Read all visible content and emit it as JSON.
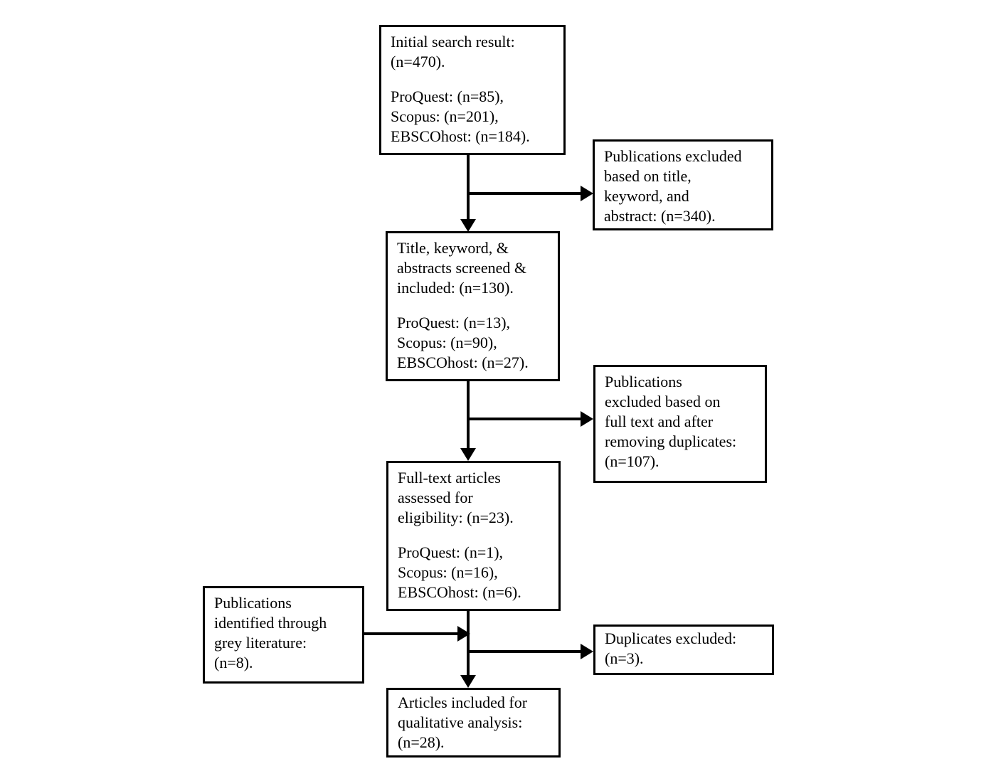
{
  "figure": {
    "background_color": "#ffffff",
    "border_color": "#000000",
    "text_color": "#000000",
    "boxes": {
      "initial_search": {
        "p1": "Initial search result:\n(n=470).",
        "p2": "ProQuest: (n=85),\nScopus: (n=201),\nEBSCOhost: (n=184)."
      },
      "excluded_title_keyword_abstract": {
        "p1": "Publications excluded\nbased on title,\nkeyword, and\nabstract: (n=340)."
      },
      "title_keyword_screened": {
        "p1": "Title, keyword, &\nabstracts screened &\nincluded: (n=130).",
        "p2": "ProQuest: (n=13),\nScopus: (n=90),\nEBSCOhost: (n=27)."
      },
      "excluded_full_text": {
        "p1": "Publications\nexcluded based on\nfull text and after\nremoving duplicates:\n(n=107)."
      },
      "full_text_assessed": {
        "p1": "Full-text articles\nassessed for\neligibility: (n=23).",
        "p2": "ProQuest: (n=1),\nScopus: (n=16),\nEBSCOhost: (n=6)."
      },
      "grey_literature": {
        "p1": "Publications\nidentified through\ngrey literature:\n(n=8)."
      },
      "duplicates_excluded": {
        "p1": "Duplicates excluded:\n(n=3)."
      },
      "included_qualitative": {
        "p1": "Articles included for\nqualitative analysis:\n(n=28)."
      }
    }
  }
}
